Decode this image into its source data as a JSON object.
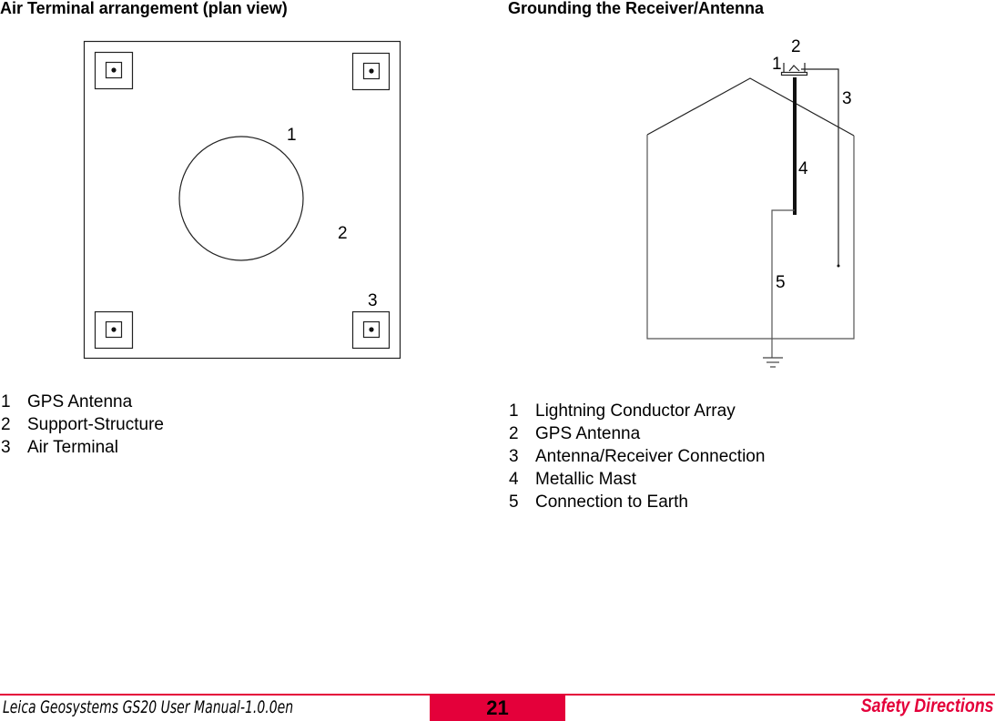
{
  "left_section": {
    "heading": "Air Terminal arrangement (plan view)",
    "diagram_labels": {
      "l1": "1",
      "l2": "2",
      "l3": "3"
    },
    "legend": [
      {
        "num": "1",
        "text": "GPS Antenna"
      },
      {
        "num": "2",
        "text": "Support-Structure"
      },
      {
        "num": "3",
        "text": "Air Terminal"
      }
    ]
  },
  "right_section": {
    "heading": "Grounding the Receiver/Antenna",
    "diagram_labels": {
      "l1": "1",
      "l2": "2",
      "l3": "3",
      "l4": "4",
      "l5": "5"
    },
    "legend": [
      {
        "num": "1",
        "text": "Lightning Conductor Array"
      },
      {
        "num": "2",
        "text": "GPS Antenna"
      },
      {
        "num": "3",
        "text": "Antenna/Receiver Connection"
      },
      {
        "num": "4",
        "text": "Metallic Mast"
      },
      {
        "num": "5",
        "text": "Connection to Earth"
      }
    ]
  },
  "footer": {
    "manual_title": "Leica Geosystems GS20 User Manual-1.0.0en",
    "page_number": "21",
    "section": "Safety Directions",
    "accent_color": "#e4003a"
  }
}
